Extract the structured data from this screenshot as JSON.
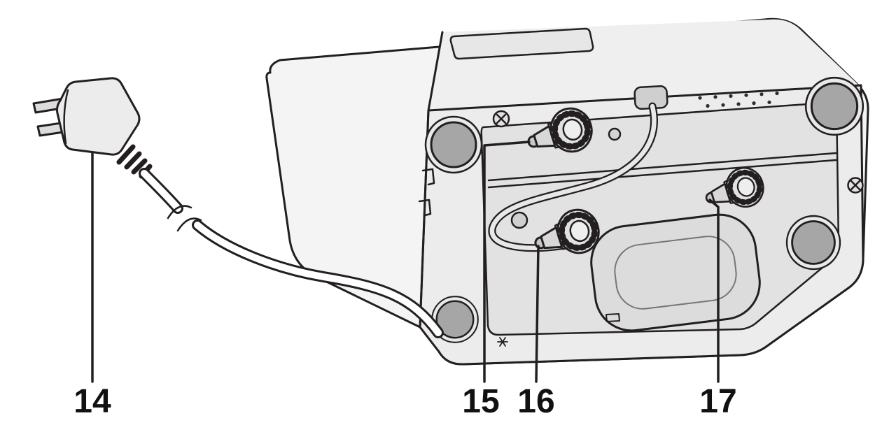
{
  "figure": {
    "kind": "labeled-parts-illustration",
    "colors": {
      "background": "#ffffff",
      "stroke": "#231f20",
      "top_face": "#f4f4f4",
      "rear_face": "#efefef",
      "underside": "#ececec",
      "recess_panel": "#e2e2e2",
      "foot": "#a6a6a6",
      "cord_inner": "#ffffff",
      "label_text": "#111111"
    },
    "callouts": [
      {
        "number": "14",
        "target": "power-plug-and-cord"
      },
      {
        "number": "15",
        "target": "upper-thumbscrew-terminal"
      },
      {
        "number": "16",
        "target": "middle-thumbscrew-terminal"
      },
      {
        "number": "17",
        "target": "right-thumbscrew-terminal"
      }
    ]
  }
}
